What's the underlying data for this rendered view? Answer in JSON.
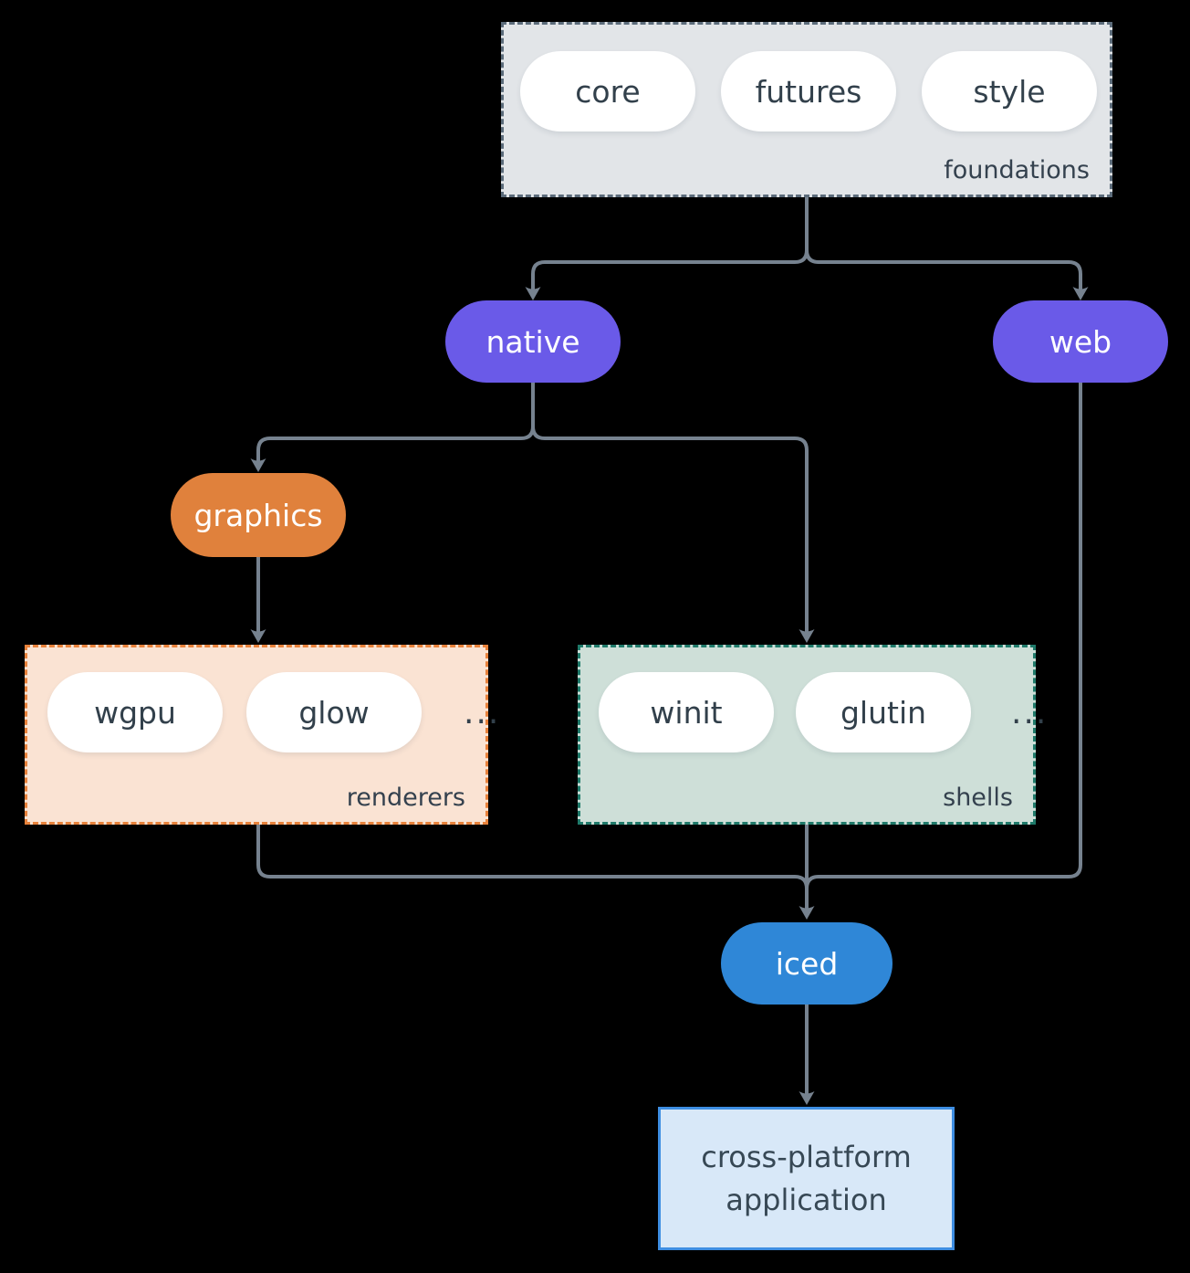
{
  "canvas": {
    "background": "#000000",
    "line_color": "#76828F",
    "text_dark": "#32404B"
  },
  "groups": {
    "foundations": {
      "label": "foundations",
      "items": [
        "core",
        "futures",
        "style"
      ],
      "bg": "#E2E5E8",
      "border": "#5C6C7B"
    },
    "renderers": {
      "label": "renderers",
      "items": [
        "wgpu",
        "glow"
      ],
      "ellipsis": "...",
      "bg": "#FAE3D3",
      "border": "#E8823B"
    },
    "shells": {
      "label": "shells",
      "items": [
        "winit",
        "glutin"
      ],
      "ellipsis": "...",
      "bg": "#CEDFD8",
      "border": "#1F7A6A"
    }
  },
  "nodes": {
    "native": {
      "label": "native",
      "color": "#6A5AE8"
    },
    "web": {
      "label": "web",
      "color": "#6A5AE8"
    },
    "graphics": {
      "label": "graphics",
      "color": "#E0813C"
    },
    "iced": {
      "label": "iced",
      "color": "#2F87D7"
    }
  },
  "application": {
    "line1": "cross-platform",
    "line2": "application",
    "bg": "#D8E8F8",
    "border": "#3E8EE2"
  }
}
